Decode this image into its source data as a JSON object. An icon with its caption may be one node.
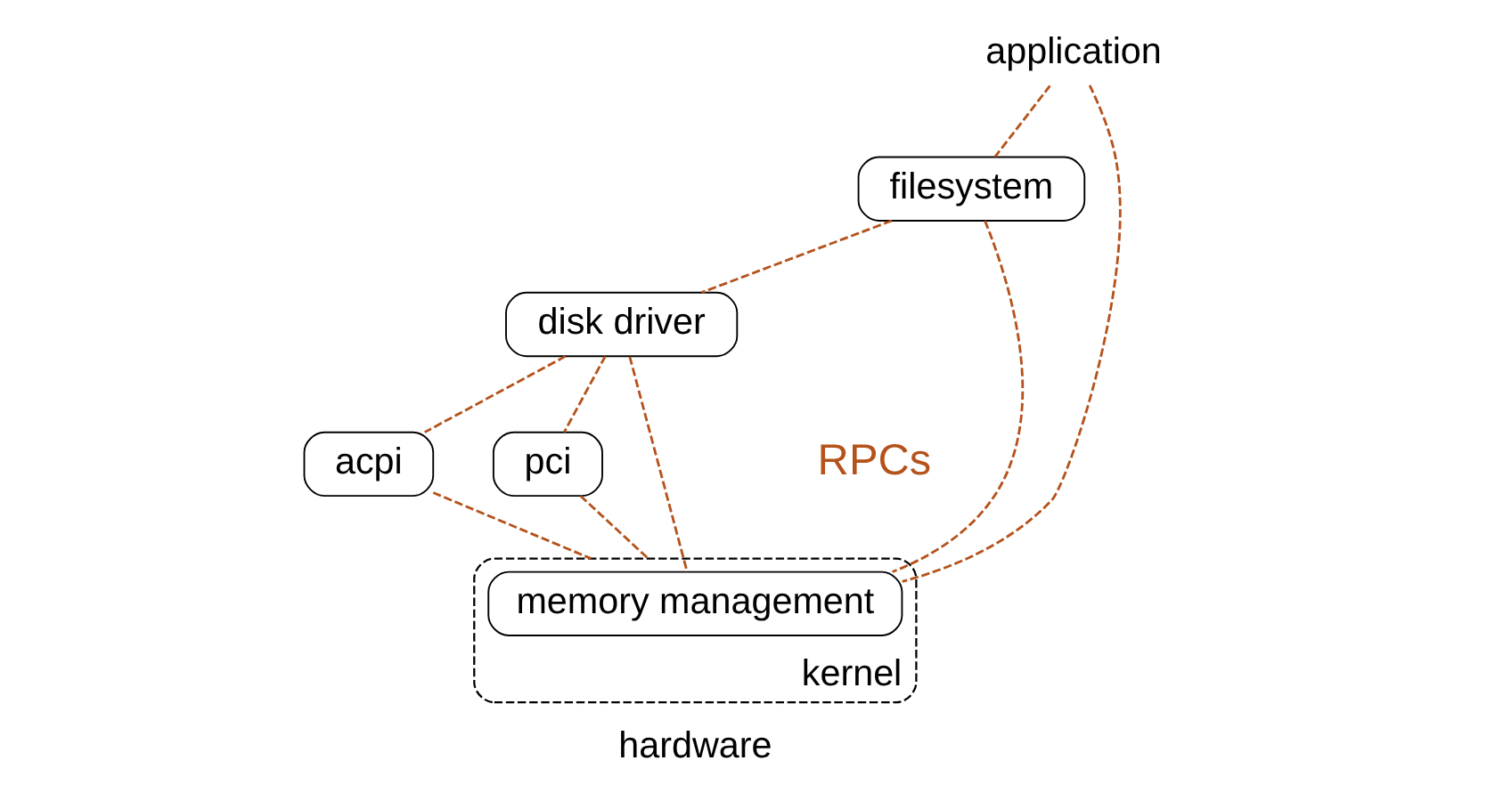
{
  "diagram": {
    "nodes": [
      {
        "text": [
          "application"
        ]
      },
      {
        "text": [
          "filesystem"
        ]
      },
      {
        "text": [
          "disk driver"
        ]
      },
      {
        "text": [
          "acpi"
        ]
      },
      {
        "text": [
          "pci"
        ]
      },
      {
        "text": [
          "kernel"
        ]
      },
      {
        "text": [
          "memory management"
        ],
        "in": 5
      }
    ],
    "edges": [
      {
        "from": 0,
        "to": 1,
        "arrow": "none",
        "style": "dashed"
      },
      {
        "from": 0,
        "to": 6,
        "arrow": "none",
        "style": "dashed"
      },
      {
        "from": 1,
        "to": 2,
        "arrow": "none",
        "style": "dashed"
      },
      {
        "from": 1,
        "to": 6,
        "arrow": "none",
        "style": "dashed"
      },
      {
        "from": 2,
        "to": 3,
        "arrow": "none",
        "style": "dashed"
      },
      {
        "from": 2,
        "to": 4,
        "arrow": "none",
        "style": "dashed"
      },
      {
        "from": 2,
        "to": 6,
        "arrow": "none",
        "style": "dashed"
      },
      {
        "from": 3,
        "to": 5,
        "arrow": "none",
        "style": "dashed"
      },
      {
        "from": 4,
        "to": 5,
        "arrow": "none",
        "style": "dashed"
      }
    ],
    "labels": [
      "RPCs",
      "hardware"
    ]
  }
}
